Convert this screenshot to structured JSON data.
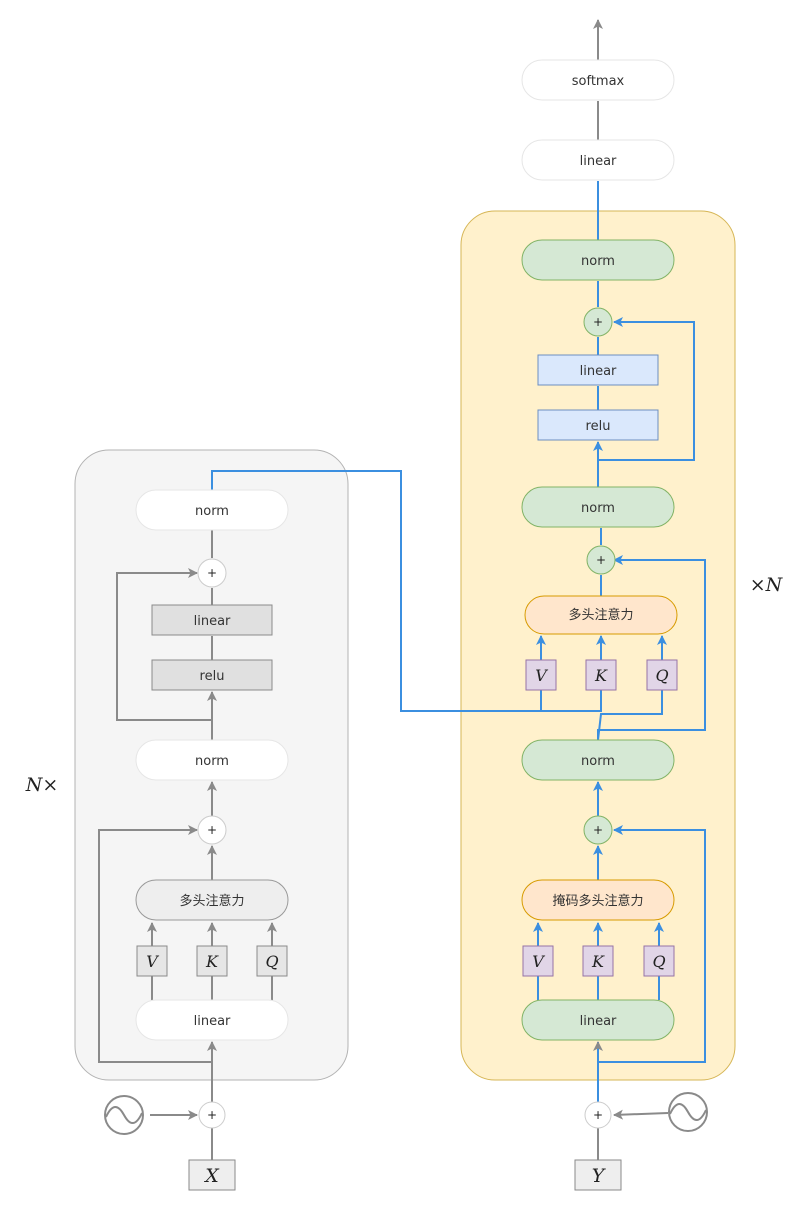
{
  "colors": {
    "gray_line": "#8a8a8a",
    "blue_line": "#3b8fe0",
    "encoder_bg": "#f5f5f5",
    "decoder_bg": "#fff1cc",
    "decoder_border": "#d6b656",
    "norm_green": "#d5e8d4",
    "green_border": "#82b366",
    "ffn_blue": "#dae8fc",
    "ffn_blue_border": "#6c8ebf",
    "attn_orange": "#ffe6cc",
    "attn_orange_border": "#d79b00",
    "vkq_purple": "#e1d5e7",
    "vkq_purple_border": "#9673a6"
  },
  "encoder": {
    "repeat_label": "N×",
    "norm_top": "norm",
    "ffn_linear": "linear",
    "ffn_relu": "relu",
    "norm_mid": "norm",
    "attention": "多头注意力",
    "v": "V",
    "k": "K",
    "q": "Q",
    "linear_in": "linear",
    "plus_top": "+",
    "plus_mid": "+",
    "input_plus": "+",
    "input": "X",
    "positional_icon": "sine-wave-icon"
  },
  "decoder": {
    "repeat_label": "×N",
    "softmax": "softmax",
    "linear_out": "linear",
    "norm_top": "norm",
    "ffn_linear": "linear",
    "ffn_relu": "relu",
    "norm_mid": "norm",
    "cross_attention": "多头注意力",
    "cross_v": "V",
    "cross_k": "K",
    "cross_q": "Q",
    "norm_low": "norm",
    "masked_attention": "掩码多头注意力",
    "masked_v": "V",
    "masked_k": "K",
    "masked_q": "Q",
    "linear_in": "linear",
    "plus_top": "+",
    "plus_mid": "+",
    "plus_low": "+",
    "input_plus": "+",
    "input": "Y",
    "positional_icon": "sine-wave-icon"
  }
}
